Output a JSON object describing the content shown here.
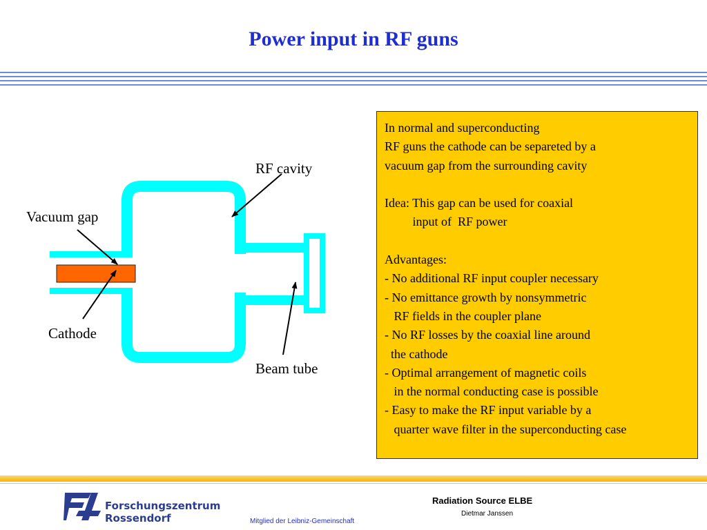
{
  "slide": {
    "title": "Power input in RF guns"
  },
  "diagram": {
    "labels": {
      "rf_cavity": "RF cavity",
      "vacuum_gap": "Vacuum gap",
      "cathode": "Cathode",
      "beam_tube": "Beam tube"
    },
    "colors": {
      "cavity_wall": "#00ffff",
      "cathode": "#ff6600"
    }
  },
  "infobox": {
    "background": "#ffcc00",
    "lines": [
      "In normal and superconducting",
      "RF guns the cathode can be separeted by a",
      "vacuum gap from the surrounding cavity",
      "",
      "Idea: This gap can be used for coaxial",
      "         input of  RF power",
      "",
      "Advantages:",
      "- No additional RF input coupler necessary",
      "- No emittance growth by nonsymmetric",
      "   RF fields in the coupler plane",
      "- No RF losses by the coaxial line around",
      "  the cathode",
      "- Optimal arrangement of magnetic coils",
      "   in the normal conducting case is possible",
      "- Easy to make the RF input variable by a",
      "   quarter wave filter in the superconducting case"
    ]
  },
  "footer": {
    "logo_line1": "Forschungszentrum",
    "logo_line2": "Rossendorf",
    "membership": "Mitglied der Leibniz-Gemeinschaft",
    "project": "Radiation Source ELBE",
    "author": "Dietmar Janssen"
  }
}
